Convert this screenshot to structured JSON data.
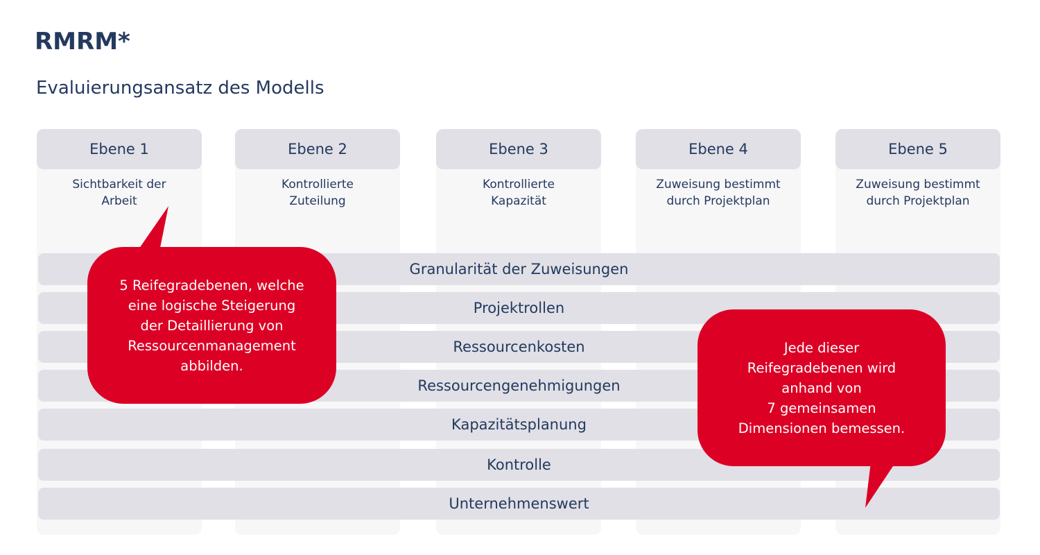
{
  "title": "RMRM*",
  "subtitle": "Evaluierungsansatz des Modells",
  "levels": [
    {
      "label": "Ebene 1",
      "description": "Sichtbarkeit der Arbeit"
    },
    {
      "label": "Ebene 2",
      "description": "Kontrollierte Zuteilung"
    },
    {
      "label": "Ebene 3",
      "description": "Kontrollierte Kapazität"
    },
    {
      "label": "Ebene 4",
      "description": "Zuweisung bestimmt durch Projektplan"
    },
    {
      "label": "Ebene 5",
      "description": "Zuweisung bestimmt durch Projektplan"
    }
  ],
  "dimensions": [
    "Granularität der Zuweisungen",
    "Projektrollen",
    "Ressourcenkosten",
    "Ressourcengenehmigungen",
    "Kapazitätsplanung",
    "Kontrolle",
    "Unternehmenswert"
  ],
  "callouts": [
    "5 Reifegradebenen, welche\neine logische Steigerung\nder Detaillierung von\nRessourcenmanagement\nabbilden.",
    "Jede dieser\nReifegradebenen wird\nanhand von\n7 gemeinsamen\nDimensionen bemessen."
  ],
  "colors": {
    "accent": "#dc0025",
    "text": "#24395e",
    "panel": "#e0e0e6"
  }
}
